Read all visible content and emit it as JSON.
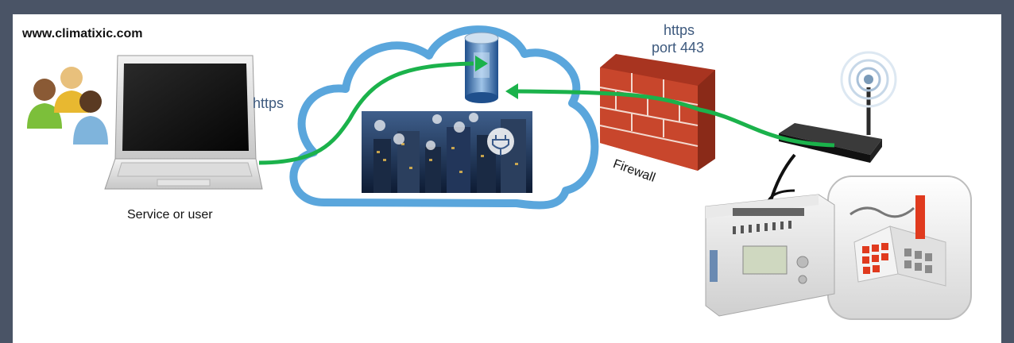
{
  "header": {
    "site": "www.climatixic.com"
  },
  "labels": {
    "https_left": "https",
    "https_right_line1": "https",
    "https_right_line2": "port 443",
    "firewall": "Firewall",
    "caption": "Service or user"
  },
  "colors": {
    "border": "#4a5466",
    "cloud_outline": "#5aa6dc",
    "connection": "#1bb24b",
    "brick": "#c8462c",
    "factory_window": "#e03a1e"
  },
  "icons": [
    "users-icon",
    "laptop-icon",
    "cloud-icon",
    "database-icon",
    "city-icon",
    "firewall-icon",
    "router-icon",
    "controller-icon",
    "factory-icon"
  ]
}
